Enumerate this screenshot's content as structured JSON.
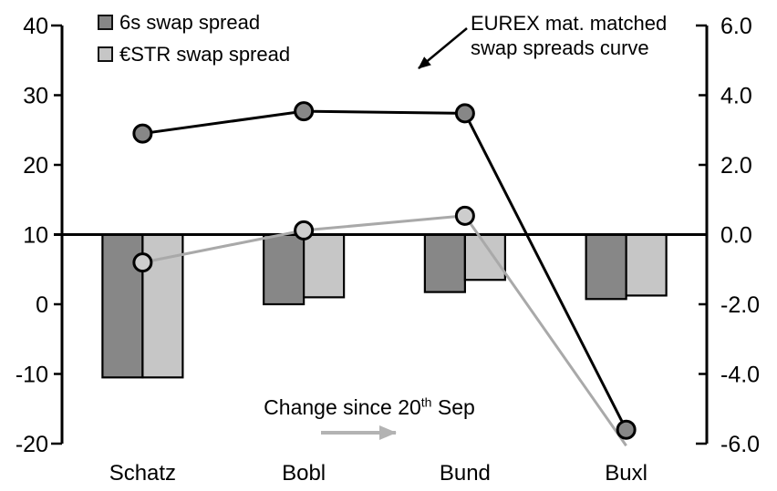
{
  "legend": {
    "items": [
      {
        "label": "6s swap spread",
        "color": "#878787"
      },
      {
        "label": "€STR swap spread",
        "color": "#c6c6c6"
      }
    ]
  },
  "annotations": {
    "curve_line1": "EUREX mat. matched",
    "curve_line2": "swap spreads curve",
    "change_pre": "Change since 20",
    "change_sup": "th",
    "change_post": " Sep"
  },
  "chart_data": {
    "type": "combo",
    "title": "",
    "categories": [
      "Schatz",
      "Bobl",
      "Bund",
      "Buxl"
    ],
    "axes": {
      "left": {
        "ticks": [
          "40",
          "30",
          "20",
          "10",
          "0",
          "-10",
          "-20"
        ],
        "min": -20,
        "max": 40
      },
      "right": {
        "ticks": [
          "6.0",
          "4.0",
          "2.0",
          "0.0",
          "-2.0",
          "-4.0",
          "-6.0"
        ],
        "min": -6.0,
        "max": 6.0,
        "zero_at_left_value": 10
      }
    },
    "line_series": [
      {
        "name": "6s swap spread",
        "type": "line",
        "axis": "left",
        "color": "#000000",
        "marker_fill": "#878787",
        "values": [
          24.5,
          27.7,
          27.4,
          -18.0
        ],
        "markers": [
          true,
          true,
          true,
          true
        ]
      },
      {
        "name": "€STR swap spread",
        "type": "line",
        "axis": "left",
        "color": "#a9a9a9",
        "marker_fill": "#cdcdcd",
        "values": [
          6.0,
          10.6,
          12.7,
          -20.3
        ],
        "markers": [
          true,
          true,
          true,
          false
        ]
      }
    ],
    "bar_series": [
      {
        "name": "6s swap spread (change since 20th Sep)",
        "type": "bar",
        "axis": "right",
        "color": "#878787",
        "values": [
          -4.1,
          -2.0,
          -1.65,
          -1.85
        ]
      },
      {
        "name": "€STR swap spread (change since 20th Sep)",
        "type": "bar",
        "axis": "right",
        "color": "#c6c6c6",
        "values": [
          -4.1,
          -1.8,
          -1.3,
          -1.75
        ]
      }
    ],
    "annotations": [
      {
        "text": "EUREX mat. matched swap spreads curve",
        "points_to": "line curve"
      },
      {
        "text": "Change since 20th Sep",
        "points_to": "bars"
      }
    ],
    "legend_position": "top-left",
    "grid": false
  }
}
